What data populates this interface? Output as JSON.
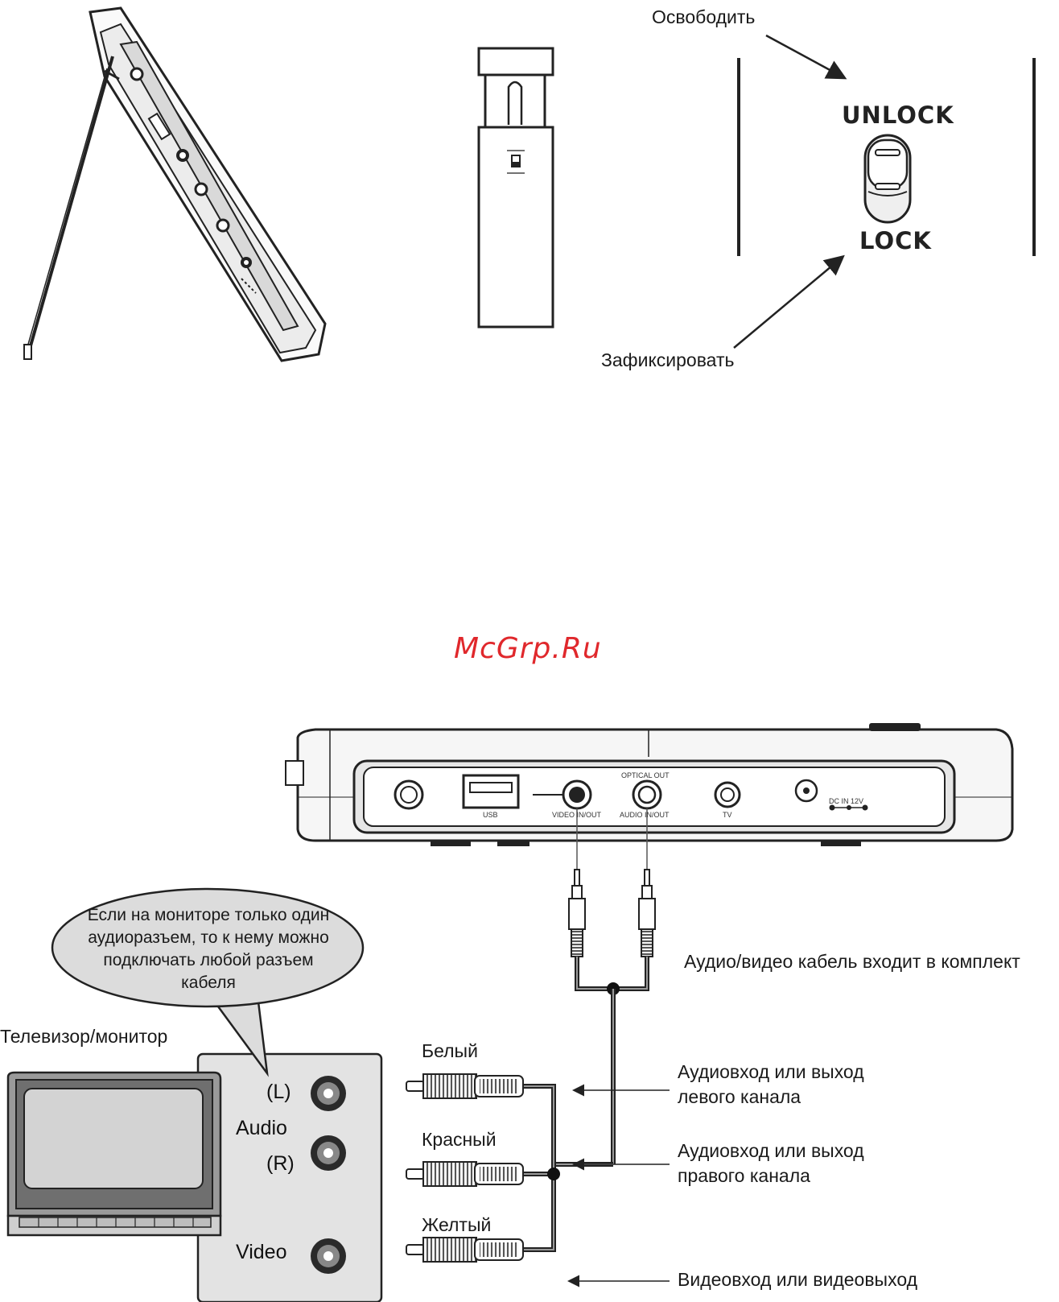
{
  "top_section": {
    "release_label": "Освободить",
    "lock_label": "Зафиксировать",
    "unlock_word": "UNLOCK",
    "lock_word": "LOCK"
  },
  "watermark": "McGrp.Ru",
  "device_panel": {
    "usb": "USB",
    "video_inout": "VIDEO  IN/OUT",
    "optical_out": "OPTICAL OUT",
    "audio_inout": "AUDIO IN/OUT",
    "tv": "TV",
    "dc_in": "DC  IN  12V"
  },
  "connection": {
    "cable_note": "Аудио/видео кабель входит в комплект",
    "bubble_text": "Если на мониторе только один аудиоразъем, то к нему можно подключать любой разъем кабеля",
    "tv_label": "Телевизор/монитор",
    "plugs": [
      {
        "color_name": "Белый",
        "description_line1": "Аудиовход или выход",
        "description_line2": "левого канала"
      },
      {
        "color_name": "Красный",
        "description_line1": "Аудиовход или выход",
        "description_line2": "правого канала"
      },
      {
        "color_name": "Желтый",
        "description_line1": "Видеовход или видеовыход",
        "description_line2": ""
      }
    ],
    "jacks": {
      "left": "(L)",
      "audio": "Audio",
      "right": "(R)",
      "video": "Video"
    }
  }
}
